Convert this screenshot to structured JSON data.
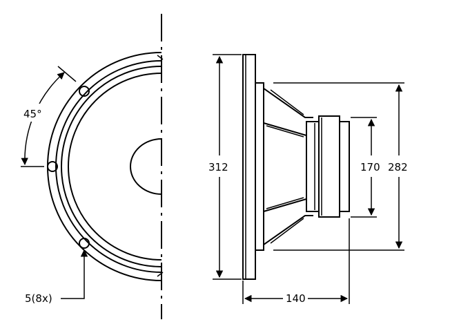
{
  "dimensions": {
    "angle_label": "45°",
    "hole_label": "5(8x)",
    "outer_diameter": "312",
    "cone_diameter": "282",
    "magnet_diameter": "170",
    "depth": "140"
  }
}
